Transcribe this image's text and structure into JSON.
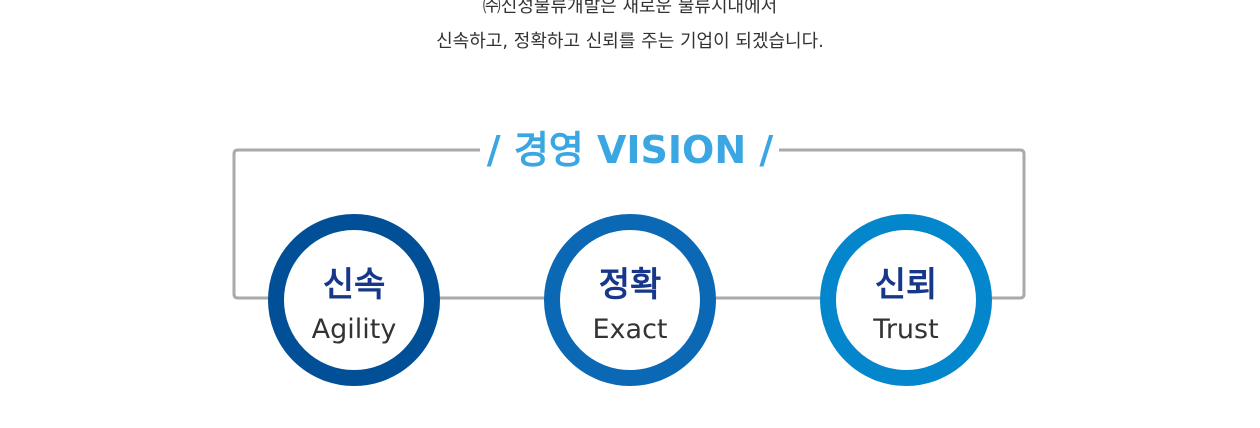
{
  "intro": {
    "line1": "㈜신성물류개발은 새로운 물류시대에서",
    "line2": "신속하고, 정확하고 신뢰를 주는 기업이 되겠습니다."
  },
  "vision": {
    "title": "/ 경영 VISION /"
  },
  "values": [
    {
      "ko": "신속",
      "en": "Agility",
      "color": "#004f97"
    },
    {
      "ko": "정확",
      "en": "Exact",
      "color": "#0a68b4"
    },
    {
      "ko": "신뢰",
      "en": "Trust",
      "color": "#0486cc"
    }
  ],
  "colors": {
    "title": "#3aa6e2",
    "frame_line": "#aaaaaa",
    "korean_label": "#17388a",
    "english_label": "#333333"
  }
}
